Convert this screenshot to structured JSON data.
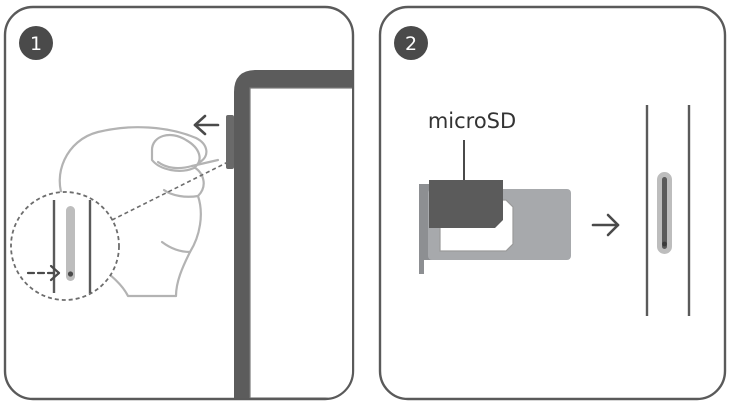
{
  "steps": [
    {
      "number": "1"
    },
    {
      "number": "2"
    }
  ],
  "step2": {
    "card_label": "microSD"
  },
  "colors": {
    "outline": "#5a5a5a",
    "badge": "#4a4a4a",
    "tray": "#a7a9ac",
    "microsd_card": "#5b5b5b",
    "device_body": "#5c5c5c",
    "screen": "#ffffff",
    "dashed": "#6d6d6d",
    "slot_highlight": "#bdbdbd"
  },
  "icons": [
    "pull-left-arrow-icon",
    "push-right-dashed-arrow-icon",
    "insert-right-arrow-icon"
  ]
}
